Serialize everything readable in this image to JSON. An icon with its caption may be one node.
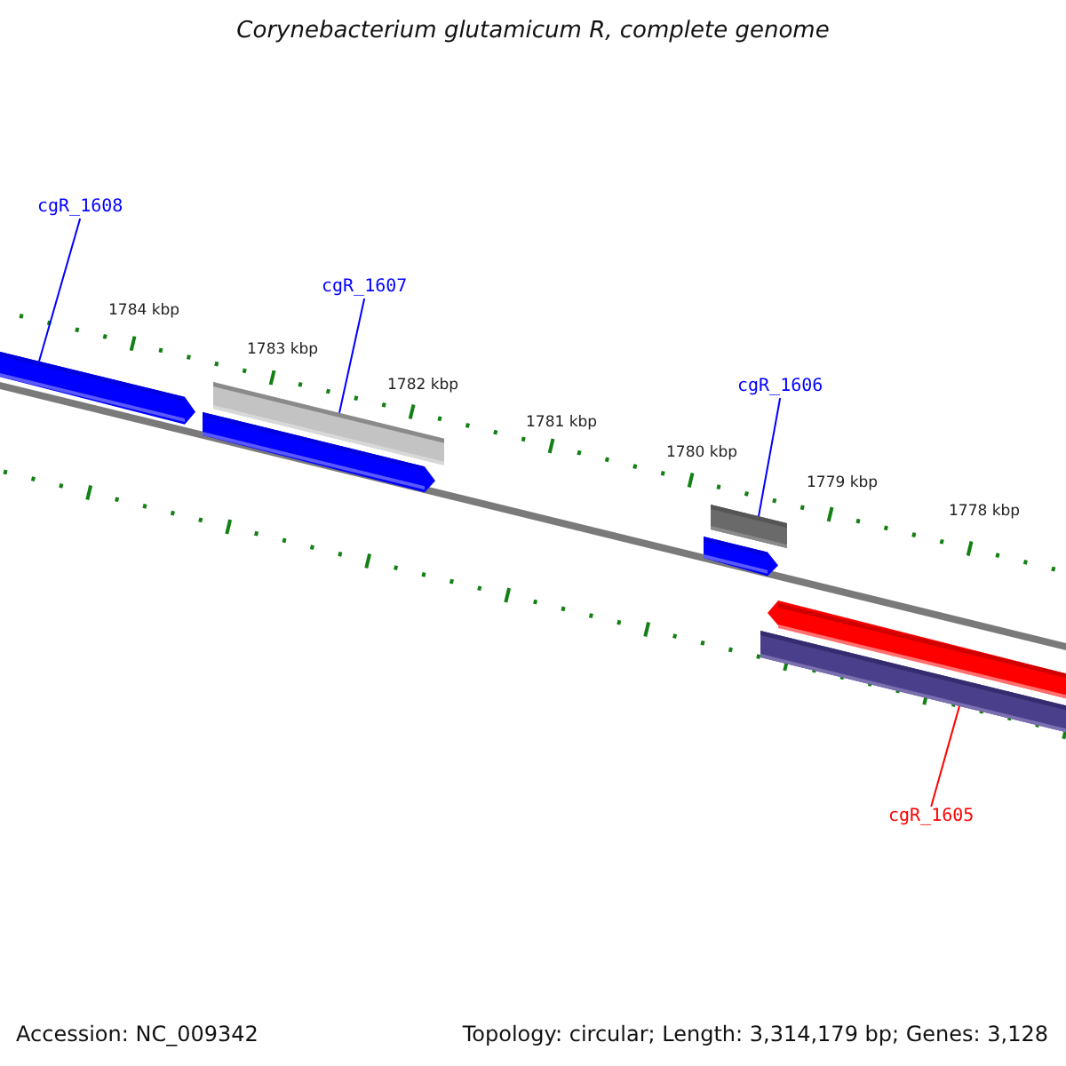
{
  "diagram": {
    "title": "Corynebacterium glutamicum R, complete genome",
    "nodes": [
      {
        "text": [
          "cgR_1608"
        ]
      },
      {
        "text": [],
        "shape": "bar"
      },
      {
        "text": [
          "cgR_1607"
        ]
      },
      {
        "text": [],
        "shape": "bar"
      },
      {
        "text": [
          "cgR_1606"
        ]
      },
      {
        "text": [],
        "shape": "bar"
      },
      {
        "text": [
          "cgR_1605"
        ]
      },
      {
        "text": [],
        "shape": "bar"
      }
    ],
    "edges": [
      {
        "from": 0,
        "to": 1,
        "arrow": "none",
        "color": "#0000ff"
      },
      {
        "from": 2,
        "to": 3,
        "arrow": "none",
        "color": "#0000ff"
      },
      {
        "from": 4,
        "to": 5,
        "arrow": "none",
        "color": "#0000ff"
      },
      {
        "from": 6,
        "to": 7,
        "arrow": "none",
        "color": "#ff0000"
      }
    ],
    "labels": [
      "1784 kbp",
      "1783 kbp",
      "1782 kbp",
      "1781 kbp",
      "1780 kbp",
      "1779 kbp",
      "1778 kbp",
      "Accession: NC_009342",
      "Topology: circular; Length: 3,314,179 bp; Genes: 3,128"
    ]
  }
}
